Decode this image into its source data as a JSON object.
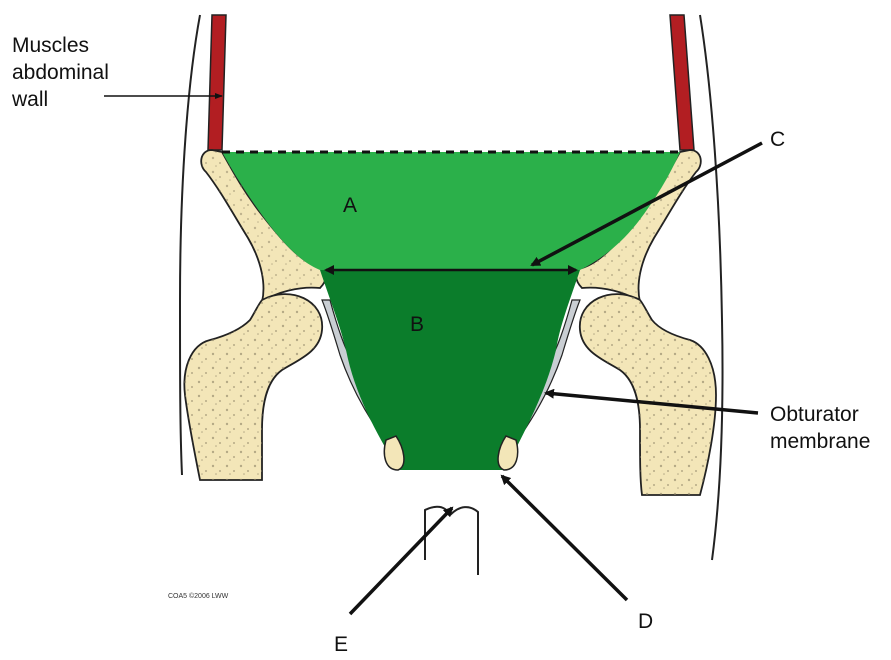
{
  "labels": {
    "muscles_line1": "Muscles",
    "muscles_line2": "abdominal",
    "muscles_line3": "wall",
    "a": "A",
    "b": "B",
    "c": "C",
    "d": "D",
    "e": "E",
    "obturator_line1": "Obturator",
    "obturator_line2": "membrane",
    "copyright": "COA5 ©2006 LWW"
  },
  "colors": {
    "greater_pelvis": "#2bb04a",
    "lesser_pelvis": "#0b7d2b",
    "bone_fill": "#f3e6b8",
    "bone_spots": "#8a8064",
    "muscle": "#b21e22",
    "membrane": "#c9ced3",
    "outline": "#222222"
  }
}
